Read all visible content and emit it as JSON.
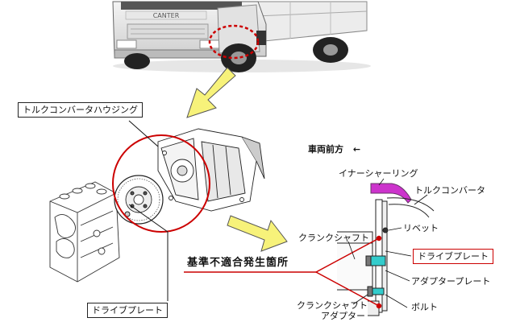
{
  "labels": {
    "torque_converter_housing": "トルクコンバータハウジング",
    "drive_plate_bottom": "ドライブプレート",
    "vehicle_front": "車両前方",
    "front_arrow": "←",
    "inner_shearing": "イナーシャーリング",
    "torque_converter": "トルクコンバータ",
    "rivet": "リベット",
    "crankshaft": "クランクシャフト",
    "drive_plate_right": "ドライブプレート",
    "defect_location": "基準不適合発生箇所",
    "adapter_plate": "アダプタープレート",
    "bolt": "ボルト",
    "crankshaft_adapter_1": "クランクシャフト",
    "crankshaft_adapter_2": "アダプター",
    "truck_brand": "CANTER"
  },
  "colors": {
    "highlight_red": "#cc0000",
    "arrow_yellow": "#f7f27a",
    "ring_magenta": "#cc33cc",
    "part_cyan": "#33cccc"
  }
}
